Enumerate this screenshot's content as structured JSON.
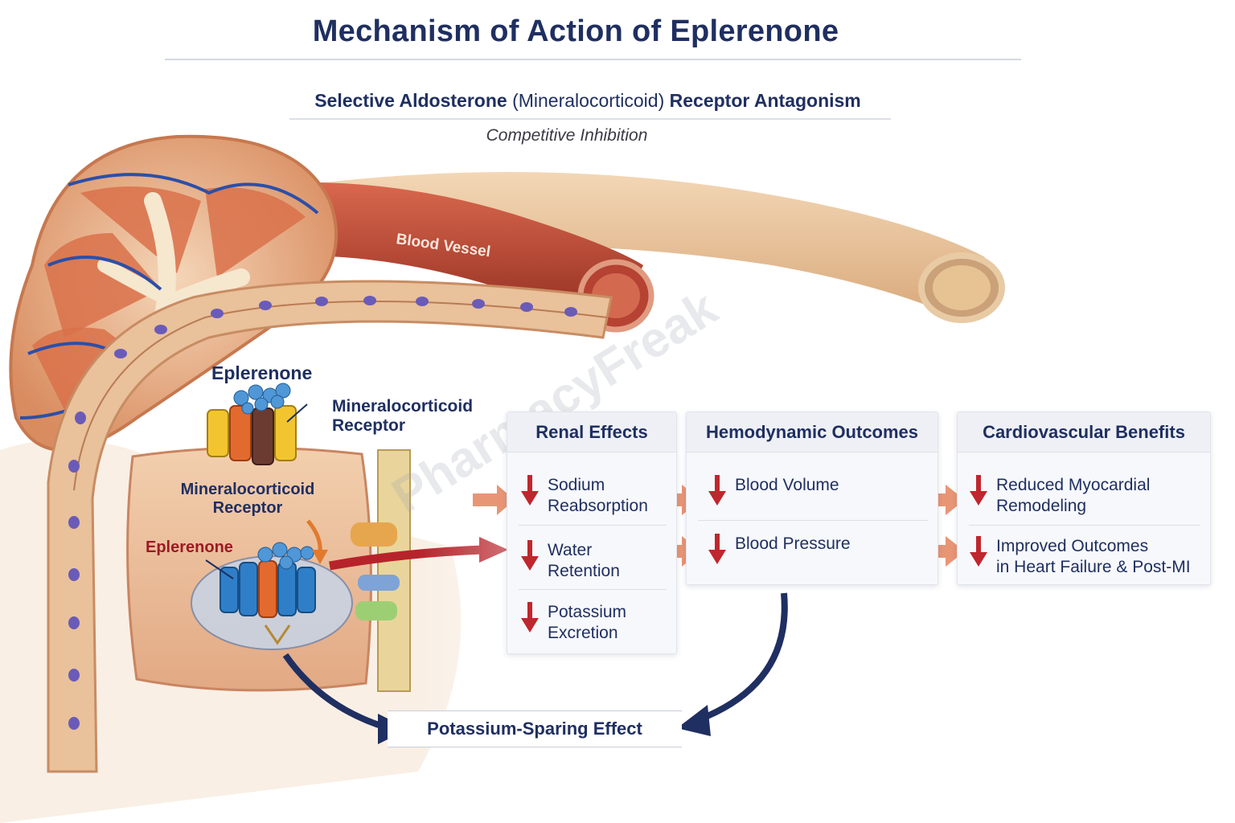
{
  "title": "Mechanism of Action of Eplerenone",
  "subtitle": {
    "part1": "Selective Aldosterone ",
    "part2": "(Mineralocorticoid)",
    "part3": " Receptor Antagonism"
  },
  "tagline": "Competitive Inhibition",
  "illustration": {
    "vessel_label": "Blood Vessel",
    "watermark": "PharmacyFreak",
    "eplerenone_top": "Eplerenone",
    "receptor_top_line1": "Mineralocorticoid",
    "receptor_top_line2": "Receptor",
    "receptor_cell_line1": "Mineralocorticoid",
    "receptor_cell_line2": "Receptor",
    "eplerenone_cell": "Eplerenone"
  },
  "panels": {
    "renal": {
      "heading": "Renal Effects",
      "items": [
        {
          "line1": "Sodium",
          "line2": "Reabsorption"
        },
        {
          "line1": "Water",
          "line2": "Retention"
        },
        {
          "line1": "Potassium",
          "line2": "Excretion"
        }
      ]
    },
    "hemodynamic": {
      "heading": "Hemodynamic Outcomes",
      "items": [
        {
          "line1": "Blood Volume"
        },
        {
          "line1": "Blood Pressure"
        }
      ]
    },
    "cardio": {
      "heading": "Cardiovascular Benefits",
      "items": [
        {
          "line1": "Reduced Myocardial",
          "line2": "Remodeling"
        },
        {
          "line1": "Improved Outcomes",
          "line2": "in Heart Failure & Post-MI"
        }
      ]
    }
  },
  "footer": "Potassium-Sparing Effect",
  "colors": {
    "navy": "#1f2f61",
    "arrow_red": "#c0262d",
    "tissue": "#e8b58d",
    "vessel_red": "#b8432f",
    "vein_blue": "#2c4fa8"
  }
}
